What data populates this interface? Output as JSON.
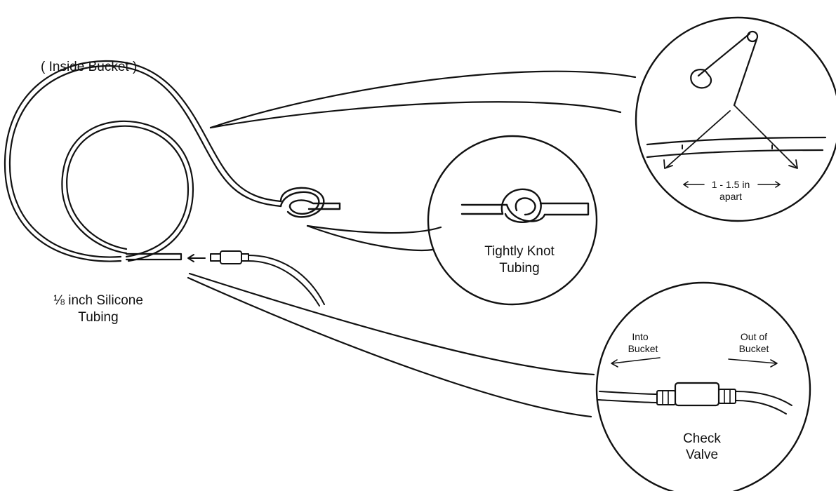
{
  "labels": {
    "inside_bucket": "( Inside Bucket )",
    "tubing_line1": "⅛ inch Silicone",
    "tubing_line2": "Tubing",
    "knot_line1": "Tightly Knot",
    "knot_line2": "Tubing",
    "spacing_line1": "1 - 1.5 in",
    "spacing_line2": "apart",
    "into_line1": "Into",
    "into_line2": "Bucket",
    "out_line1": "Out of",
    "out_line2": "Bucket",
    "valve_line1": "Check",
    "valve_line2": "Valve"
  },
  "colors": {
    "ink": "#111111",
    "background": "#ffffff"
  }
}
